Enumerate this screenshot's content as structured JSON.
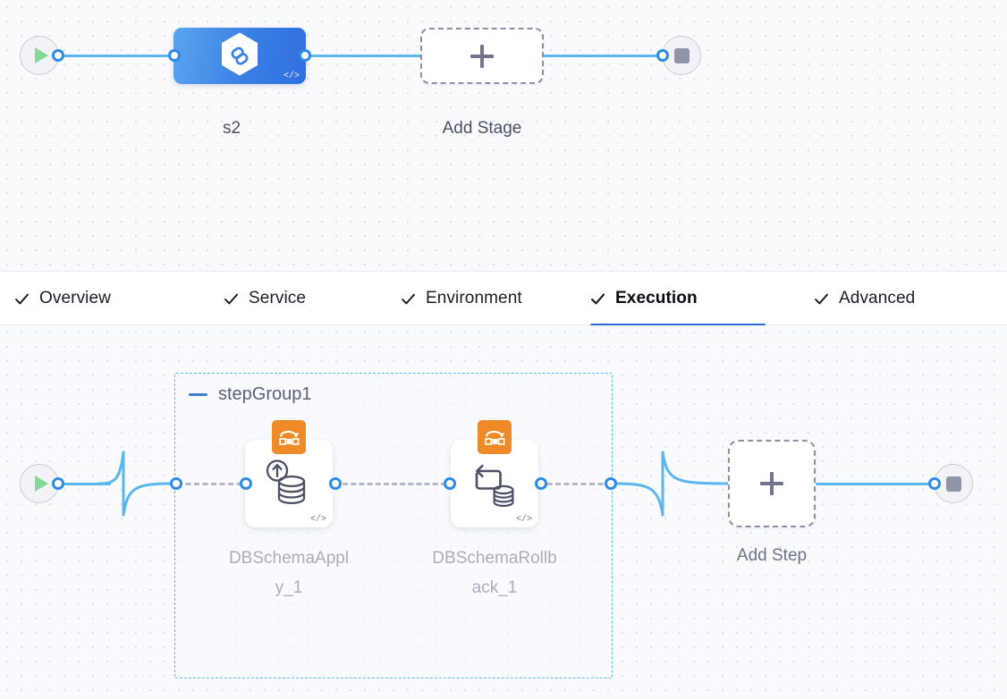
{
  "colors": {
    "accent_blue": "#2f6bd8",
    "wire_blue": "#5cb6ee",
    "port_blue": "#2c8ce8",
    "stage_gradient_from": "#59a5ef",
    "stage_gradient_to": "#2f6fe0",
    "step_badge_orange": "#ef8a28",
    "dashed_gray": "#8b90a4",
    "group_border_blue": "#59b8e8",
    "canvas_bg": "#f9fafc",
    "play_green": "#84d995",
    "stop_gray": "#9094a8"
  },
  "stage_canvas": {
    "start_node": {
      "name": "pipeline-start",
      "icon": "play-icon"
    },
    "stage": {
      "label": "s2",
      "icon": "deployment-hexagon-icon",
      "code_badge": "</>"
    },
    "add_stage": {
      "label": "Add Stage",
      "icon": "plus-icon"
    },
    "end_node": {
      "name": "pipeline-end",
      "icon": "stop-icon"
    }
  },
  "tabs": {
    "check_icon": "check-icon",
    "items": [
      {
        "label": "Overview",
        "active": false
      },
      {
        "label": "Service",
        "active": false
      },
      {
        "label": "Environment",
        "active": false
      },
      {
        "label": "Execution",
        "active": true
      },
      {
        "label": "Advanced",
        "active": false
      }
    ]
  },
  "execution_canvas": {
    "start_node": {
      "name": "execution-start",
      "icon": "play-icon"
    },
    "step_group": {
      "title": "stepGroup1",
      "collapse_icon": "minus-icon",
      "steps": [
        {
          "label": "DBSchemaApply_1",
          "label_line1": "DBSchemaAppl",
          "label_line2": "y_1",
          "badge_icon": "db-schema-apply-badge-icon",
          "glyph_icon": "database-upload-icon",
          "code_badge": "</>"
        },
        {
          "label": "DBSchemaRollback_1",
          "label_line1": "DBSchemaRollb",
          "label_line2": "ack_1",
          "badge_icon": "db-schema-rollback-badge-icon",
          "glyph_icon": "database-rollback-icon",
          "code_badge": "</>"
        }
      ]
    },
    "add_step": {
      "label": "Add Step",
      "icon": "plus-icon"
    },
    "end_node": {
      "name": "execution-end",
      "icon": "stop-icon"
    }
  }
}
